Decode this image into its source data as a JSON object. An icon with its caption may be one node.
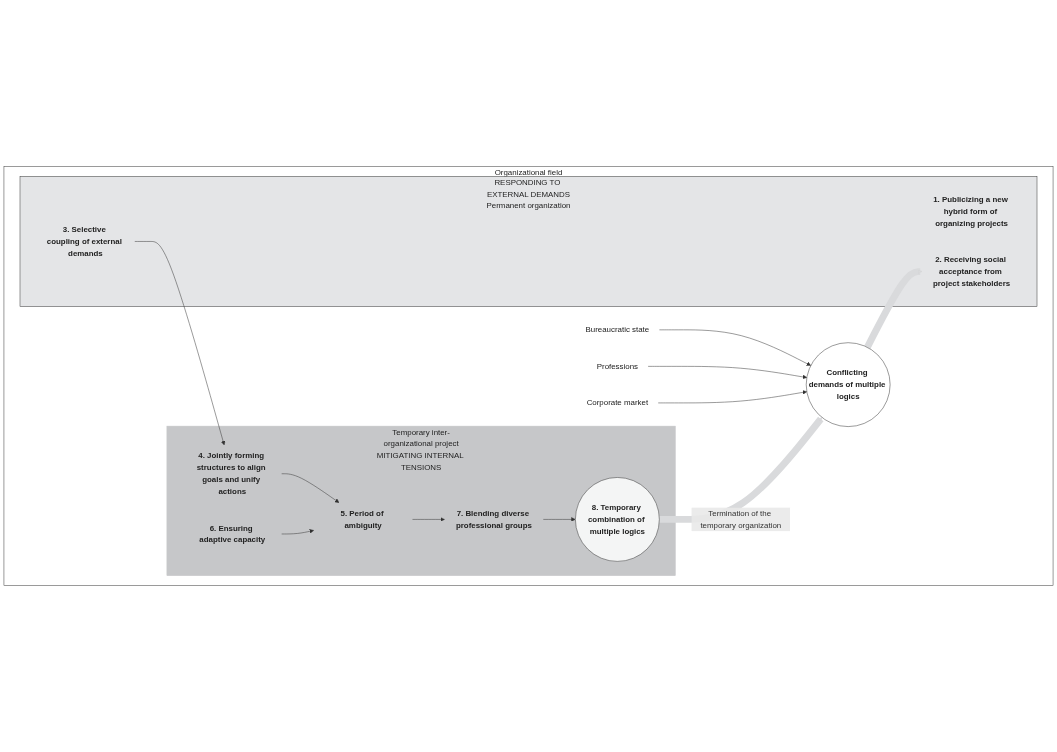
{
  "diagram": {
    "nodes": [
      {
        "text": [
          "Organizational field"
        ]
      },
      {
        "text": [
          "Bureaucratic state"
        ],
        "in": 0
      },
      {
        "text": [
          "Professions"
        ],
        "in": 0
      },
      {
        "text": [
          "Corporate market"
        ],
        "in": 0
      },
      {
        "text": [
          "Conflicting demands of multiple logics"
        ],
        "in": 0
      },
      {
        "text": [
          "Temporary inter-organizational project",
          "MITIGATING INTERNAL TENSIONS"
        ],
        "in": 0
      },
      {
        "text": [
          "RESPONDING TO EXTERNAL DEMANDS",
          "Permanent organization"
        ],
        "in": 0
      },
      {
        "text": [
          "1. Publicizing a new hybrid form of organizing projects"
        ],
        "in": 6
      },
      {
        "text": [
          "2. Receiving social acceptance from project stakeholders"
        ],
        "in": 6
      },
      {
        "text": [
          "3. Selective coupling of external demands"
        ],
        "in": 6
      },
      {
        "text": [
          "4. Jointly forming structures to align goals and unify actions"
        ],
        "in": 5
      },
      {
        "text": [
          "5. Period of ambiguity"
        ],
        "in": 5
      },
      {
        "text": [
          "6. Ensuring adaptive capacity"
        ],
        "in": 5
      },
      {
        "text": [
          "7. Blending diverse professional groups"
        ],
        "in": 5
      },
      {
        "text": [
          "8. Temporary combination of multiple logics"
        ],
        "in": 5
      }
    ],
    "edges": [
      {
        "from": 1,
        "to": 4,
        "arrow": "to"
      },
      {
        "from": 2,
        "to": 4,
        "arrow": "to"
      },
      {
        "from": 3,
        "to": 4,
        "arrow": "to"
      },
      {
        "from": 4,
        "to": 8,
        "arrow": "to",
        "style": "thick",
        "color": "#d9dadc"
      },
      {
        "from": 14,
        "to": 4,
        "arrow": "to",
        "label": "Termination of the temporary organization",
        "style": "thick",
        "color": "#d9dadc"
      },
      {
        "from": 9,
        "to": 10,
        "arrow": "to"
      },
      {
        "from": 10,
        "to": 11,
        "arrow": "to"
      },
      {
        "from": 12,
        "to": 11,
        "arrow": "to"
      },
      {
        "from": 11,
        "to": 13,
        "arrow": "to"
      },
      {
        "from": 13,
        "to": 14,
        "arrow": "to"
      }
    ]
  }
}
